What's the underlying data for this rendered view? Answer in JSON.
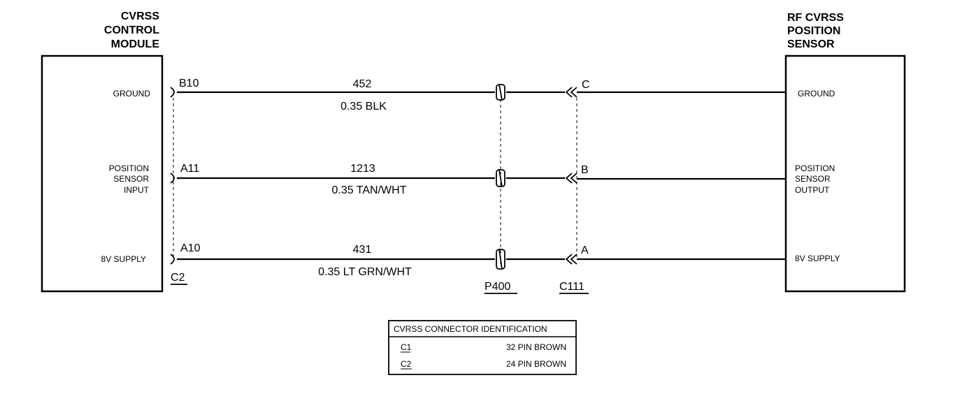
{
  "left_module": {
    "title_lines": [
      "CVRSS",
      "CONTROL",
      "MODULE"
    ],
    "pins": [
      {
        "label_lines": [
          "GROUND"
        ]
      },
      {
        "label_lines": [
          "POSITION",
          "SENSOR",
          "INPUT"
        ]
      },
      {
        "label_lines": [
          "8V SUPPLY"
        ]
      }
    ]
  },
  "right_module": {
    "title_lines": [
      "RF CVRSS",
      "POSITION",
      "SENSOR"
    ],
    "pins": [
      {
        "label_lines": [
          "GROUND"
        ]
      },
      {
        "label_lines": [
          "POSITION",
          "SENSOR",
          "OUTPUT"
        ]
      },
      {
        "label_lines": [
          "8V SUPPLY"
        ]
      }
    ]
  },
  "circuits": [
    {
      "left_pin": "B10",
      "circuit": "452",
      "wire": "0.35 BLK",
      "right_pin": "C"
    },
    {
      "left_pin": "A11",
      "circuit": "1213",
      "wire": "0.35 TAN/WHT",
      "right_pin": "B"
    },
    {
      "left_pin": "A10",
      "circuit": "431",
      "wire": "0.35 LT GRN/WHT",
      "right_pin": "A"
    }
  ],
  "connectors": {
    "left": "C2",
    "splice": "P400",
    "right": "C111"
  },
  "connector_table": {
    "title": "CVRSS CONNECTOR IDENTIFICATION",
    "rows": [
      {
        "id": "C1",
        "desc": "32 PIN BROWN"
      },
      {
        "id": "C2",
        "desc": "24 PIN BROWN"
      }
    ]
  }
}
